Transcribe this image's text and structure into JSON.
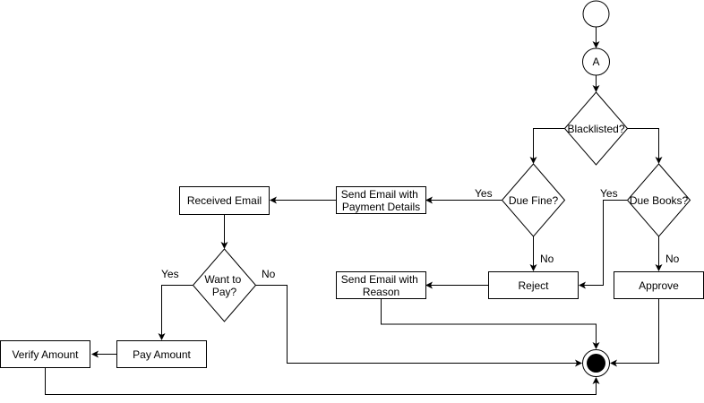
{
  "diagram": {
    "nodes": {
      "connector_a": "A",
      "blacklisted": "Blacklisted?",
      "due_fine": "Due Fine?",
      "due_books": "Due Books?",
      "send_email_payment": [
        "Send Email with",
        "Payment Details"
      ],
      "received_email": "Received Email",
      "want_to_pay": [
        "Want to",
        "Pay?"
      ],
      "reject": "Reject",
      "approve": "Approve",
      "send_email_reason": [
        "Send Email with",
        "Reason"
      ],
      "pay_amount": "Pay Amount",
      "verify_amount": "Verify Amount"
    },
    "edge_labels": {
      "due_fine_yes": "Yes",
      "due_fine_no": "No",
      "due_books_yes": "Yes",
      "due_books_no": "No",
      "want_to_pay_yes": "Yes",
      "want_to_pay_no": "No"
    },
    "colors": {
      "stroke": "#000000",
      "fill": "#ffffff",
      "final_fill": "#000000"
    }
  }
}
